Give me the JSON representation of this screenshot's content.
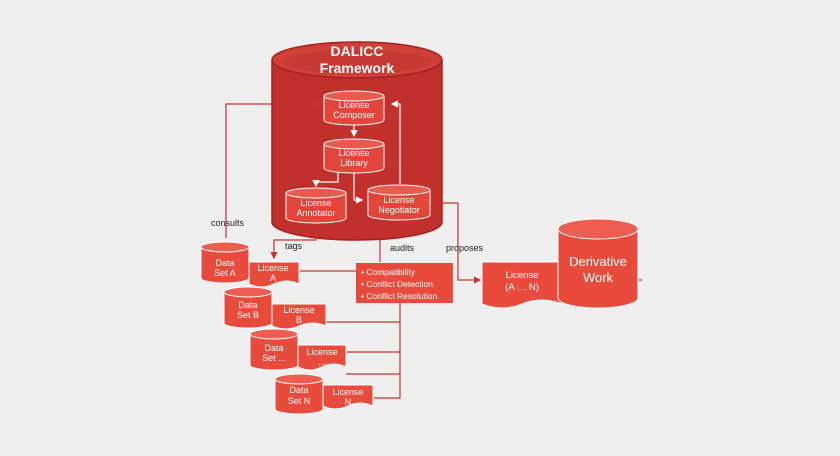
{
  "framework": {
    "title_line1": "DALICC",
    "title_line2": "Framework",
    "composer": [
      "License",
      "Composer"
    ],
    "library": [
      "License",
      "Library"
    ],
    "annotator": [
      "License",
      "Annotator"
    ],
    "negotiator": [
      "License",
      "Negotiator"
    ]
  },
  "edges": {
    "consults": "consults",
    "tags": "tags",
    "audits": "audits",
    "proposes": "proposes"
  },
  "datasets": [
    {
      "lines": [
        "Data",
        "Set A"
      ],
      "license": [
        "License",
        "A"
      ]
    },
    {
      "lines": [
        "Data",
        "Set B"
      ],
      "license": [
        "License",
        "B"
      ]
    },
    {
      "lines": [
        "Data",
        "Set ..."
      ],
      "license": [
        "License",
        "..."
      ]
    },
    {
      "lines": [
        "Data",
        "Set N"
      ],
      "license": [
        "License",
        "N"
      ]
    }
  ],
  "checks": [
    "• Compatibility",
    "• Conflict Detection",
    "• Conflict Resolution"
  ],
  "output_license": [
    "License",
    "(A … N)"
  ],
  "derivative": [
    "Derivative",
    "Work"
  ],
  "colors": {
    "primary": "#e84a3c",
    "dark": "#a8201f",
    "framework": "#c1302b",
    "background": "#efefef"
  }
}
